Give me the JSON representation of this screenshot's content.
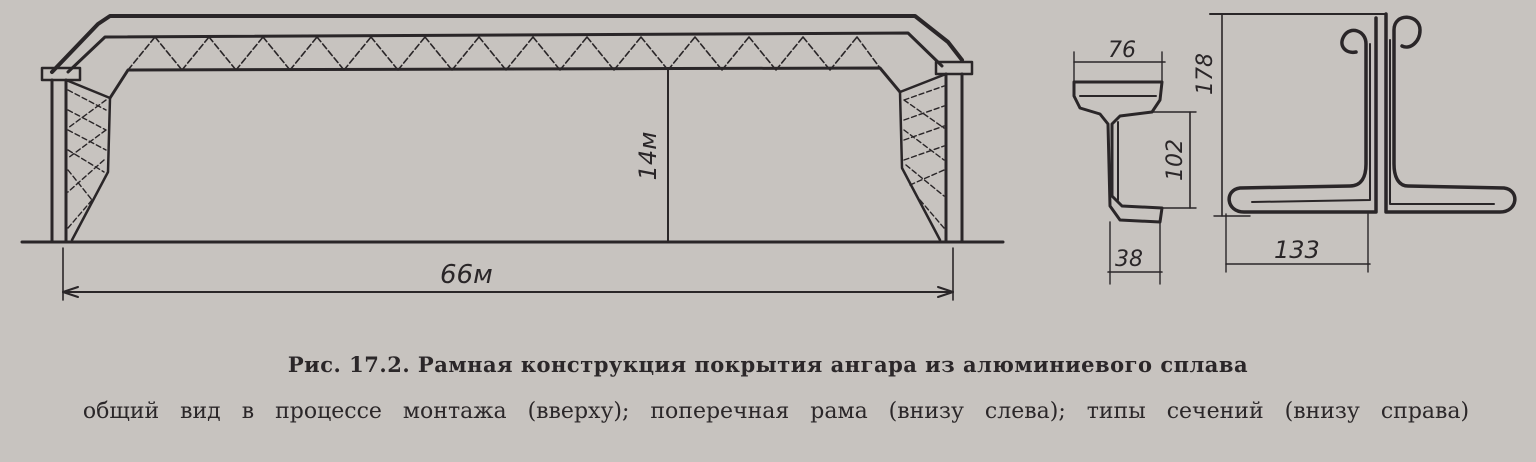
{
  "figure": {
    "dimensions": {
      "span": "66м",
      "height": "14м",
      "flange_width": "76",
      "web_height": "102",
      "foot_width": "38",
      "section_height": "178",
      "section_width": "133"
    },
    "caption_title": "Рис. 17.2. Рамная конструкция покрытия ангара из алюминиевого сплава",
    "caption_desc": "общий вид в процессе монтажа (вверху); поперечная рама (внизу слева); типы сечений (внизу справа)"
  },
  "colors": {
    "ink": "#2a2628",
    "paper": "#c7c3bf"
  }
}
